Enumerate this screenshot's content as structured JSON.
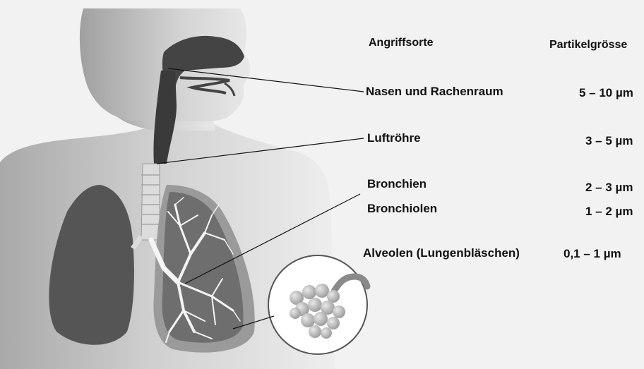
{
  "headers": {
    "site": "Angriffsorte",
    "size": "Partikelgrösse"
  },
  "rows": [
    {
      "site": "Nasen und Rachenraum",
      "size": "5 – 10 µm"
    },
    {
      "site": "Luftröhre",
      "size": "3 – 5 µm"
    },
    {
      "site": "Bronchien",
      "size": "2 – 3 µm"
    },
    {
      "site": "Bronchiolen",
      "size": "1 – 2 µm"
    },
    {
      "site": "Alveolen (Lungenbläschen)",
      "size": "0,1 – 1 µm"
    }
  ],
  "colors": {
    "background": "#f2f2f2",
    "body_light": "#e6e6e6",
    "body_mid": "#b5b5b5",
    "lung_dark": "#5a5a5a",
    "airway_dark": "#444444",
    "text": "#111111"
  }
}
